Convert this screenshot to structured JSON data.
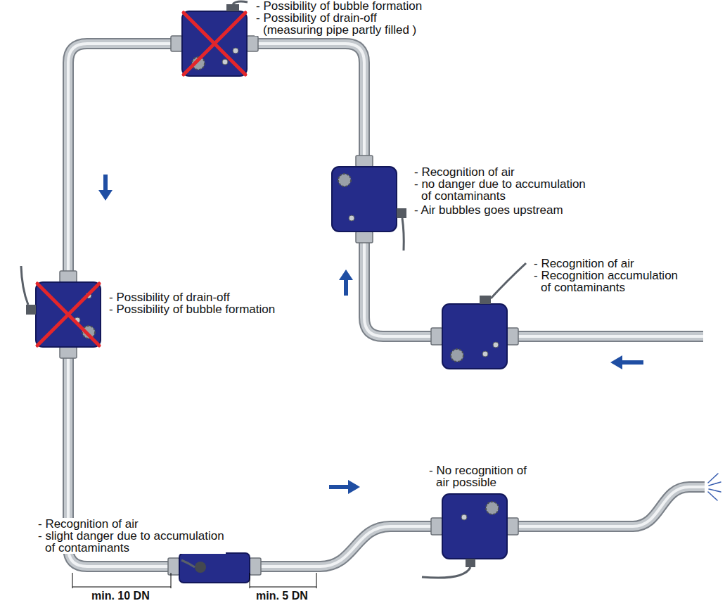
{
  "diagram": {
    "labels": [
      "- Possibility of bubble formation",
      "- Possibility of drain-off (measuring pipe partly filled )",
      "- Recognition of air",
      "- no danger due to accumulation of contaminants",
      "- Air bubbles goes upstream",
      "- Recognition of air",
      "- Recognition accumulation of contaminants",
      "- Possibility of drain-off",
      "- Possibility of bubble formation",
      "- No recognition of air possible",
      "- Recognition of air",
      "- slight danger due to accumulation of contaminants",
      "min. 10 DN",
      "min. 5 DN"
    ]
  }
}
